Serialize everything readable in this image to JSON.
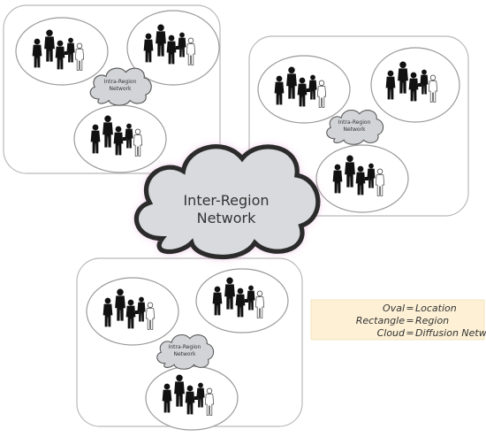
{
  "inter_region_cloud": {
    "line1": "Inter-Region",
    "line2": "Network"
  },
  "intra_region_cloud": {
    "line1": "Intra-Region",
    "line2": "Network"
  },
  "legend": {
    "items": [
      {
        "left": "Oval",
        "right": "Location"
      },
      {
        "left": "Rectangle",
        "right": "Region"
      },
      {
        "left": "Cloud",
        "right": "Diffusion Network"
      }
    ],
    "background_color": "#fdf0d5"
  },
  "colors": {
    "person_dark": "#111111",
    "person_light": "#ffffff",
    "glow": "#e6a3d6"
  },
  "icons": [
    "person-icon"
  ]
}
